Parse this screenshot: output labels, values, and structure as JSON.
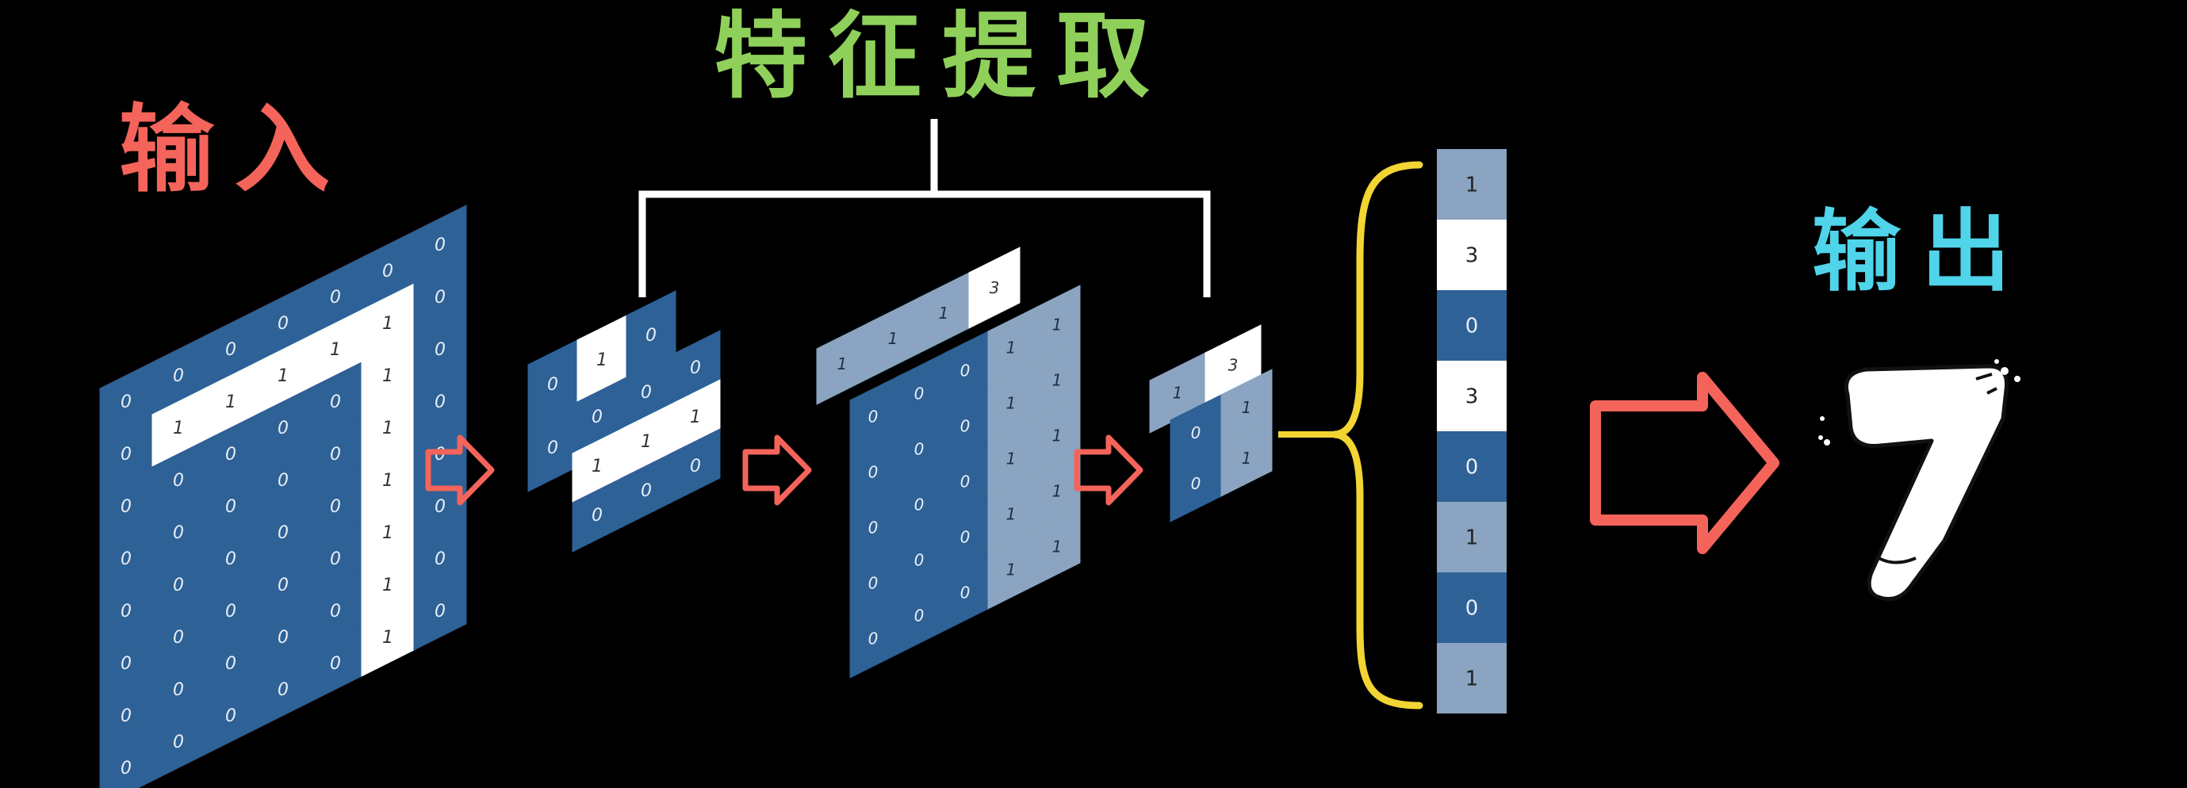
{
  "labels": {
    "input": "输入",
    "feature_extraction": "特征提取",
    "output": "输出"
  },
  "colors": {
    "background": "#000000",
    "dark_cell": "#2e6196",
    "light_cell": "#8aa4c1",
    "white_cell": "#ffffff",
    "input_label": "#f4645a",
    "feature_label": "#8fd05a",
    "output_label": "#4fd4ea",
    "arrow": "#f4645a",
    "bracket": "#ffffff",
    "brace": "#f2d533"
  },
  "input_grid": [
    [
      0,
      0,
      0,
      0,
      0,
      0,
      0
    ],
    [
      0,
      1,
      1,
      1,
      1,
      1,
      0
    ],
    [
      0,
      0,
      0,
      0,
      0,
      1,
      0
    ],
    [
      0,
      0,
      0,
      0,
      0,
      1,
      0
    ],
    [
      0,
      0,
      0,
      0,
      0,
      1,
      0
    ],
    [
      0,
      0,
      0,
      0,
      0,
      1,
      0
    ],
    [
      0,
      0,
      0,
      0,
      0,
      1,
      0
    ],
    [
      0,
      0,
      0,
      0,
      0,
      1,
      0
    ]
  ],
  "stage1_back": [
    [
      0,
      1,
      0
    ],
    [
      0,
      0,
      0
    ]
  ],
  "stage1_front": [
    [
      0,
      0,
      0
    ],
    [
      1,
      1,
      1
    ],
    [
      0,
      0,
      0
    ]
  ],
  "stage2_back": [
    [
      1,
      1,
      1,
      3
    ]
  ],
  "stage2_front": [
    [
      0,
      0,
      0,
      1,
      1
    ],
    [
      0,
      0,
      0,
      1,
      1
    ],
    [
      0,
      0,
      0,
      1,
      1
    ],
    [
      0,
      0,
      0,
      1,
      1
    ],
    [
      0,
      0,
      0,
      1,
      1
    ]
  ],
  "stage3_back": [
    [
      1,
      3
    ]
  ],
  "stage3_front": [
    [
      0,
      1
    ],
    [
      0,
      1
    ]
  ],
  "vector": [
    1,
    3,
    0,
    3,
    0,
    1,
    0,
    1
  ],
  "output_digit": "7"
}
